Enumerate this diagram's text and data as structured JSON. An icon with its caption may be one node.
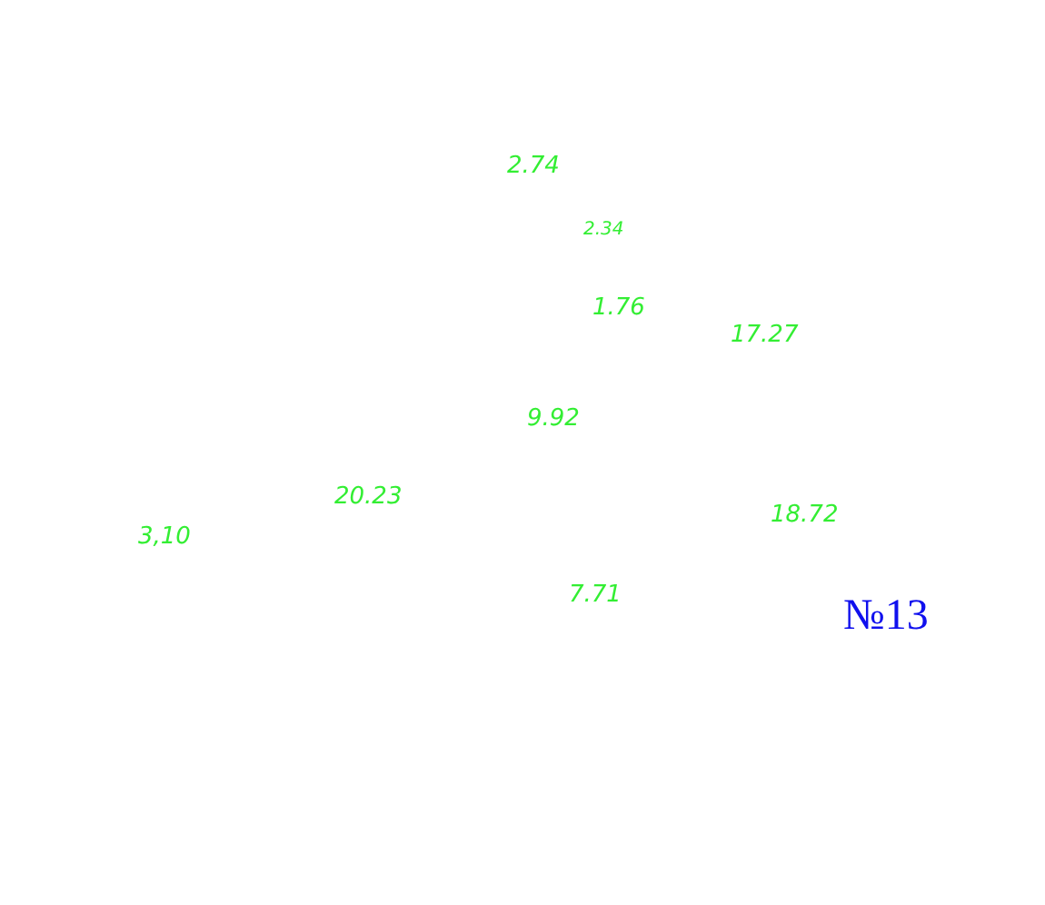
{
  "diagram": {
    "labels": [
      "2.74",
      "2.34",
      "1.76",
      "17.27",
      "9.92",
      "20.23",
      "18.72",
      "3,10",
      "7.71",
      "№13"
    ]
  }
}
